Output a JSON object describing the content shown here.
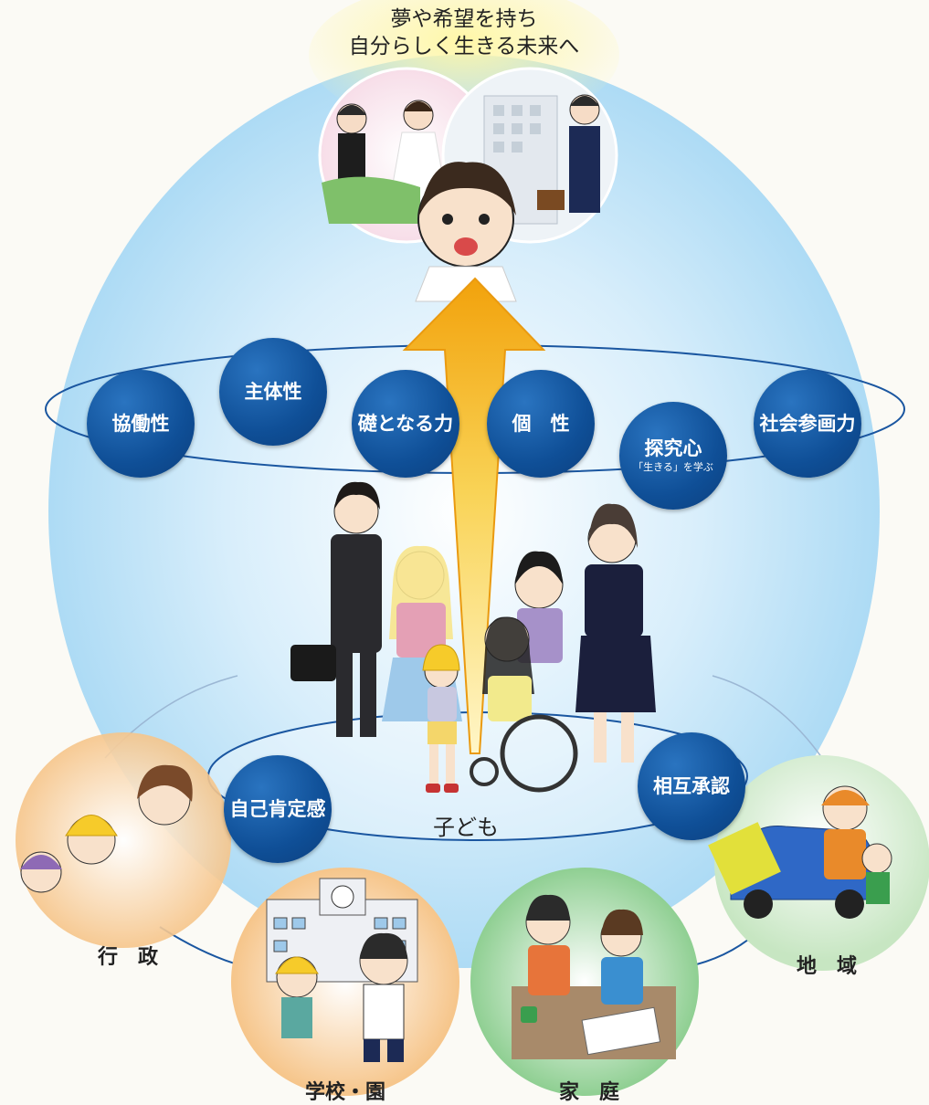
{
  "goal": {
    "line1": "夢や希望を持ち",
    "line2": "自分らしく生きる未来へ"
  },
  "values": [
    {
      "main": "協働性",
      "sub": ""
    },
    {
      "main": "主体性",
      "sub": ""
    },
    {
      "main": "礎となる力",
      "sub": ""
    },
    {
      "main": "個　性",
      "sub": ""
    },
    {
      "main": "探究心",
      "sub": "「生きる」を学ぶ"
    },
    {
      "main": "社会参画力",
      "sub": ""
    }
  ],
  "core": {
    "label": "子ども",
    "left": "自己肯定感",
    "right": "相互承認"
  },
  "supports": {
    "gyosei": "行　政",
    "gakko": "学校・園",
    "katei": "家　庭",
    "chiiki": "地　域"
  },
  "colors": {
    "node": "#114f96",
    "arrow_top": "#f2a20c",
    "arrow_bottom": "#fff6c8",
    "sky": "#bfe3f7",
    "gyosei_bg": "#f6c58a",
    "gakko_bg": "#f7c183",
    "katei_bg": "#9fd4a0",
    "chiiki_bg": "#c3e0c0"
  }
}
